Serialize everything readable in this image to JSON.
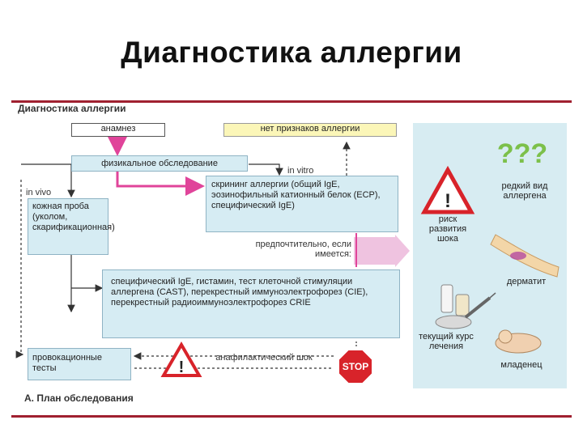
{
  "slide_title": "Диагностика аллергии",
  "diagram": {
    "heading": "Диагностика аллергии",
    "caption": "А. План обследования",
    "boxes": {
      "anamnesis": "анамнез",
      "no_allergy_signs": "нет признаков аллергии",
      "physical_exam": "физикальное обследование",
      "skin_test": "кожная проба (уколом, скарификационная)",
      "screening": "скрининг аллергии (общий IgE, эозинофильный катионный белок (ECP), специфический IgE)",
      "specific_tests": "специфический IgE, гистамин, тест клеточной стимуляции аллергена (CAST), перекрестный иммуноэлектрофорез (CIE), перекрестный радиоиммуноэлектрофорез CRIE",
      "provocation_tests": "провокационные тесты"
    },
    "labels": {
      "in_vivo": "in vivo",
      "in_vitro": "in vitro",
      "preferable": "предпочтительно, если имеется:",
      "anaphylactic_shock": "анафилактический шок",
      "stop_sign": "STOP"
    },
    "side_panel": {
      "question_marks": "???",
      "rare_allergen": "редкий вид аллергена",
      "shock_risk": "риск развития шока",
      "dermatitis": "дерматит",
      "current_treatment": "текущий курс лечения",
      "infant": "младенец"
    },
    "colors": {
      "box_blue": "#d6ecf3",
      "box_yellow": "#fbf6b8",
      "pink_arrow": "#e0449a",
      "frame_red": "#a02030",
      "stop_red": "#d8232a",
      "green": "#7cc04a"
    }
  }
}
